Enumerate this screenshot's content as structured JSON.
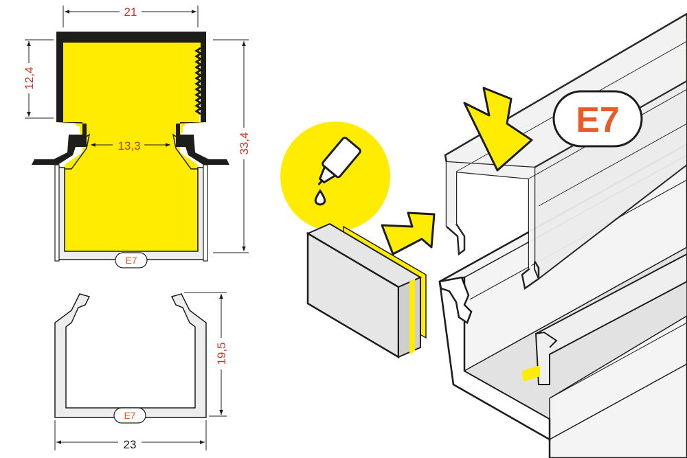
{
  "colors": {
    "led_yellow": "#ffec00",
    "badge_text": "#e85c2c",
    "dimension_text": "#c0392b",
    "outline": "#1d1d1b",
    "profile_fill": "#ededed",
    "diffuser_fill": "#f2f2f2"
  },
  "icons": [
    "glue-bottle-icon",
    "glue-drop-icon",
    "insert-arrow-icon",
    "press-down-arrow-icon"
  ],
  "profile_cross_section": {
    "width": "21",
    "top_depth": "12,4",
    "inner_width": "13,3",
    "total_height": "33,4",
    "label": "E7"
  },
  "diffuser_cross_section": {
    "height": "19,5",
    "width": "23",
    "label": "E7"
  },
  "product_badge": "E7"
}
